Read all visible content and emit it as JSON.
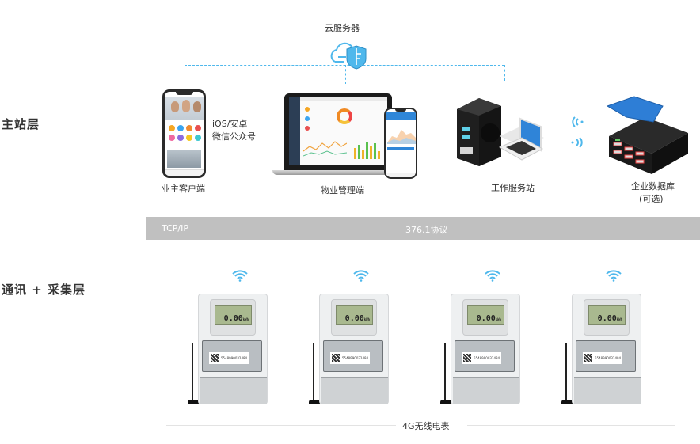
{
  "layers": {
    "master": "主站层",
    "comm": "通讯 + 采集层"
  },
  "cloud": {
    "label": "云服务器",
    "icon": "cloud-shield-icon"
  },
  "master_nodes": [
    {
      "name": "owner-client",
      "caption": "业主客户端",
      "side_note_line1": "iOS/安卓",
      "side_note_line2": "微信公众号",
      "icon": "smartphone-icon"
    },
    {
      "name": "property-terminal",
      "caption": "物业管理端",
      "icon": "laptop-phone-icon"
    },
    {
      "name": "work-station",
      "caption": "工作服务站",
      "icon": "server-laptop-icon"
    },
    {
      "name": "enterprise-db",
      "caption_line1": "企业数据库",
      "caption_line2": "(可选)",
      "icon": "database-server-icon"
    }
  ],
  "wireless_link_icon": "wireless-signal-icon",
  "protocol_bar": {
    "left": "TCP/IP",
    "center": "376.1协议",
    "color": "#c0c0c0"
  },
  "meters": {
    "count": 4,
    "display_value": "0.00",
    "display_unit": "kWh",
    "serial": "5548990032484",
    "caption": "4G无线电表",
    "signal_icon": "wifi-icon"
  },
  "colors": {
    "accent": "#4fb8ec",
    "label_text": "#333333",
    "bar_text": "#ffffff"
  }
}
